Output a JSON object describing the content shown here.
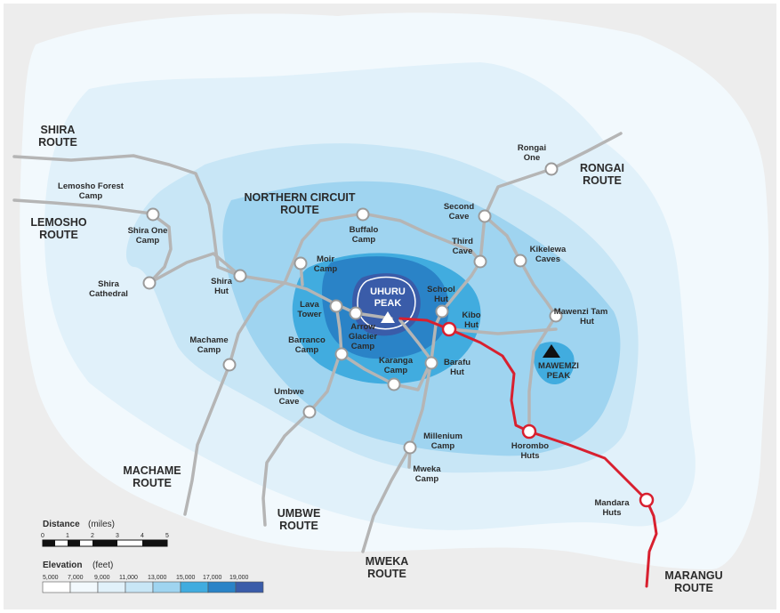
{
  "colors": {
    "background": "#ededed",
    "elevation": [
      "#ffffff",
      "#f2f9fd",
      "#e1f1fa",
      "#c8e6f6",
      "#9fd4f0",
      "#41acdf",
      "#2a83c7",
      "#3a5ca9"
    ],
    "trail": "#b5b5b5",
    "marangu_trail": "#d8202f"
  },
  "peaks": {
    "uhuru": {
      "line1": "UHURU",
      "line2": "PEAK",
      "icon": "summit-triangle-icon"
    },
    "mawenzi": {
      "line1": "MAWEMZI",
      "line2": "PEAK",
      "icon": "peak-triangle-icon"
    }
  },
  "routes": {
    "shira": [
      "SHIRA",
      "ROUTE"
    ],
    "lemosho": [
      "LEMOSHO",
      "ROUTE"
    ],
    "northern_circuit": [
      "NORTHERN CIRCUIT",
      "ROUTE"
    ],
    "rongai": [
      "RONGAI",
      "ROUTE"
    ],
    "machame": [
      "MACHAME",
      "ROUTE"
    ],
    "umbwe": [
      "UMBWE",
      "ROUTE"
    ],
    "mweka": [
      "MWEKA",
      "ROUTE"
    ],
    "marangu": [
      "MARANGU",
      "ROUTE"
    ]
  },
  "camps": {
    "lemosho_forest": [
      "Lemosho Forest",
      "Camp"
    ],
    "shira_one": [
      "Shira One",
      "Camp"
    ],
    "shira_cathedral": [
      "Shira",
      "Cathedral"
    ],
    "shira_hut": [
      "Shira",
      "Hut"
    ],
    "machame": [
      "Machame",
      "Camp"
    ],
    "buffalo": [
      "Buffalo",
      "Camp"
    ],
    "moir": [
      "Moir",
      "Camp"
    ],
    "lava_tower": [
      "Lava",
      "Tower"
    ],
    "arrow_glacier": [
      "Arrow",
      "Glacier",
      "Camp"
    ],
    "barranco": [
      "Barranco",
      "Camp"
    ],
    "karanga": [
      "Karanga",
      "Camp"
    ],
    "umbwe_cave": [
      "Umbwe",
      "Cave"
    ],
    "school_hut": [
      "School",
      "Hut"
    ],
    "kibo_hut": [
      "Kibo",
      "Hut"
    ],
    "barafu_hut": [
      "Barafu",
      "Hut"
    ],
    "second_cave": [
      "Second",
      "Cave"
    ],
    "third_cave": [
      "Third",
      "Cave"
    ],
    "rongai_one": [
      "Rongai",
      "One"
    ],
    "kikelewa": [
      "Kikelewa",
      "Caves"
    ],
    "mawenzi_tarn": [
      "Mawenzi Tam",
      "Hut"
    ],
    "millenium": [
      "Millenium",
      "Camp"
    ],
    "mweka": [
      "Mweka",
      "Camp"
    ],
    "horombo": [
      "Horombo",
      "Huts"
    ],
    "mandara": [
      "Mandara",
      "Huts"
    ]
  },
  "legend": {
    "distance": {
      "title": "Distance",
      "unit": "(miles)",
      "ticks": [
        "0",
        "1",
        "2",
        "3",
        "4",
        "5"
      ]
    },
    "elevation": {
      "title": "Elevation",
      "unit": "(feet)",
      "ticks": [
        "5,000",
        "7,000",
        "9,000",
        "11,000",
        "13,000",
        "15,000",
        "17,000",
        "19,000"
      ]
    }
  }
}
